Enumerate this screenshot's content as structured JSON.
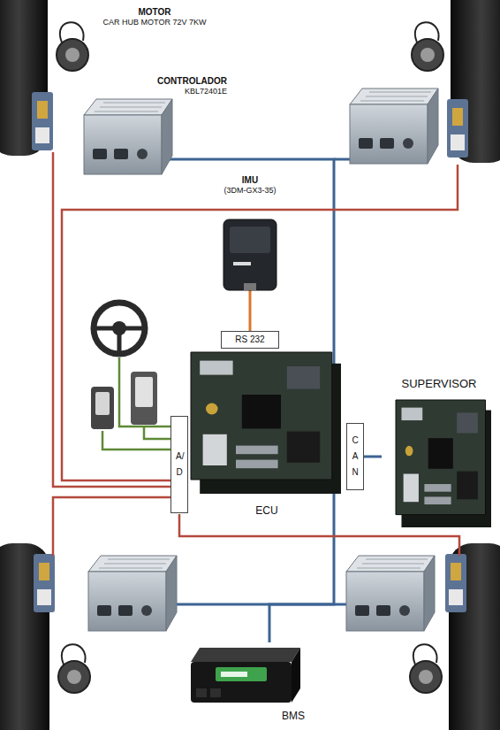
{
  "diagram": {
    "nodes": [
      {
        "text": [
          "MOTOR",
          "CAR HUB MOTOR 72V 7KW"
        ]
      },
      {
        "text": [
          "CONTROLADOR",
          "KBL72401E"
        ]
      },
      {
        "text": [
          "IMU",
          "(3DM-GX3-35)"
        ]
      },
      {
        "text": [
          "RS 232"
        ]
      },
      {
        "text": [
          "A/D"
        ]
      },
      {
        "text": [
          "CAN"
        ]
      },
      {
        "text": [
          "ECU"
        ]
      },
      {
        "text": [
          "SUPERVISOR"
        ]
      },
      {
        "text": [
          "BMS"
        ]
      }
    ],
    "edges": [
      {
        "from": 2,
        "to": 3,
        "arrow": "none"
      },
      {
        "from": 5,
        "to": 7,
        "arrow": "none"
      },
      {
        "from": 1,
        "to": 8,
        "arrow": "none"
      }
    ]
  }
}
